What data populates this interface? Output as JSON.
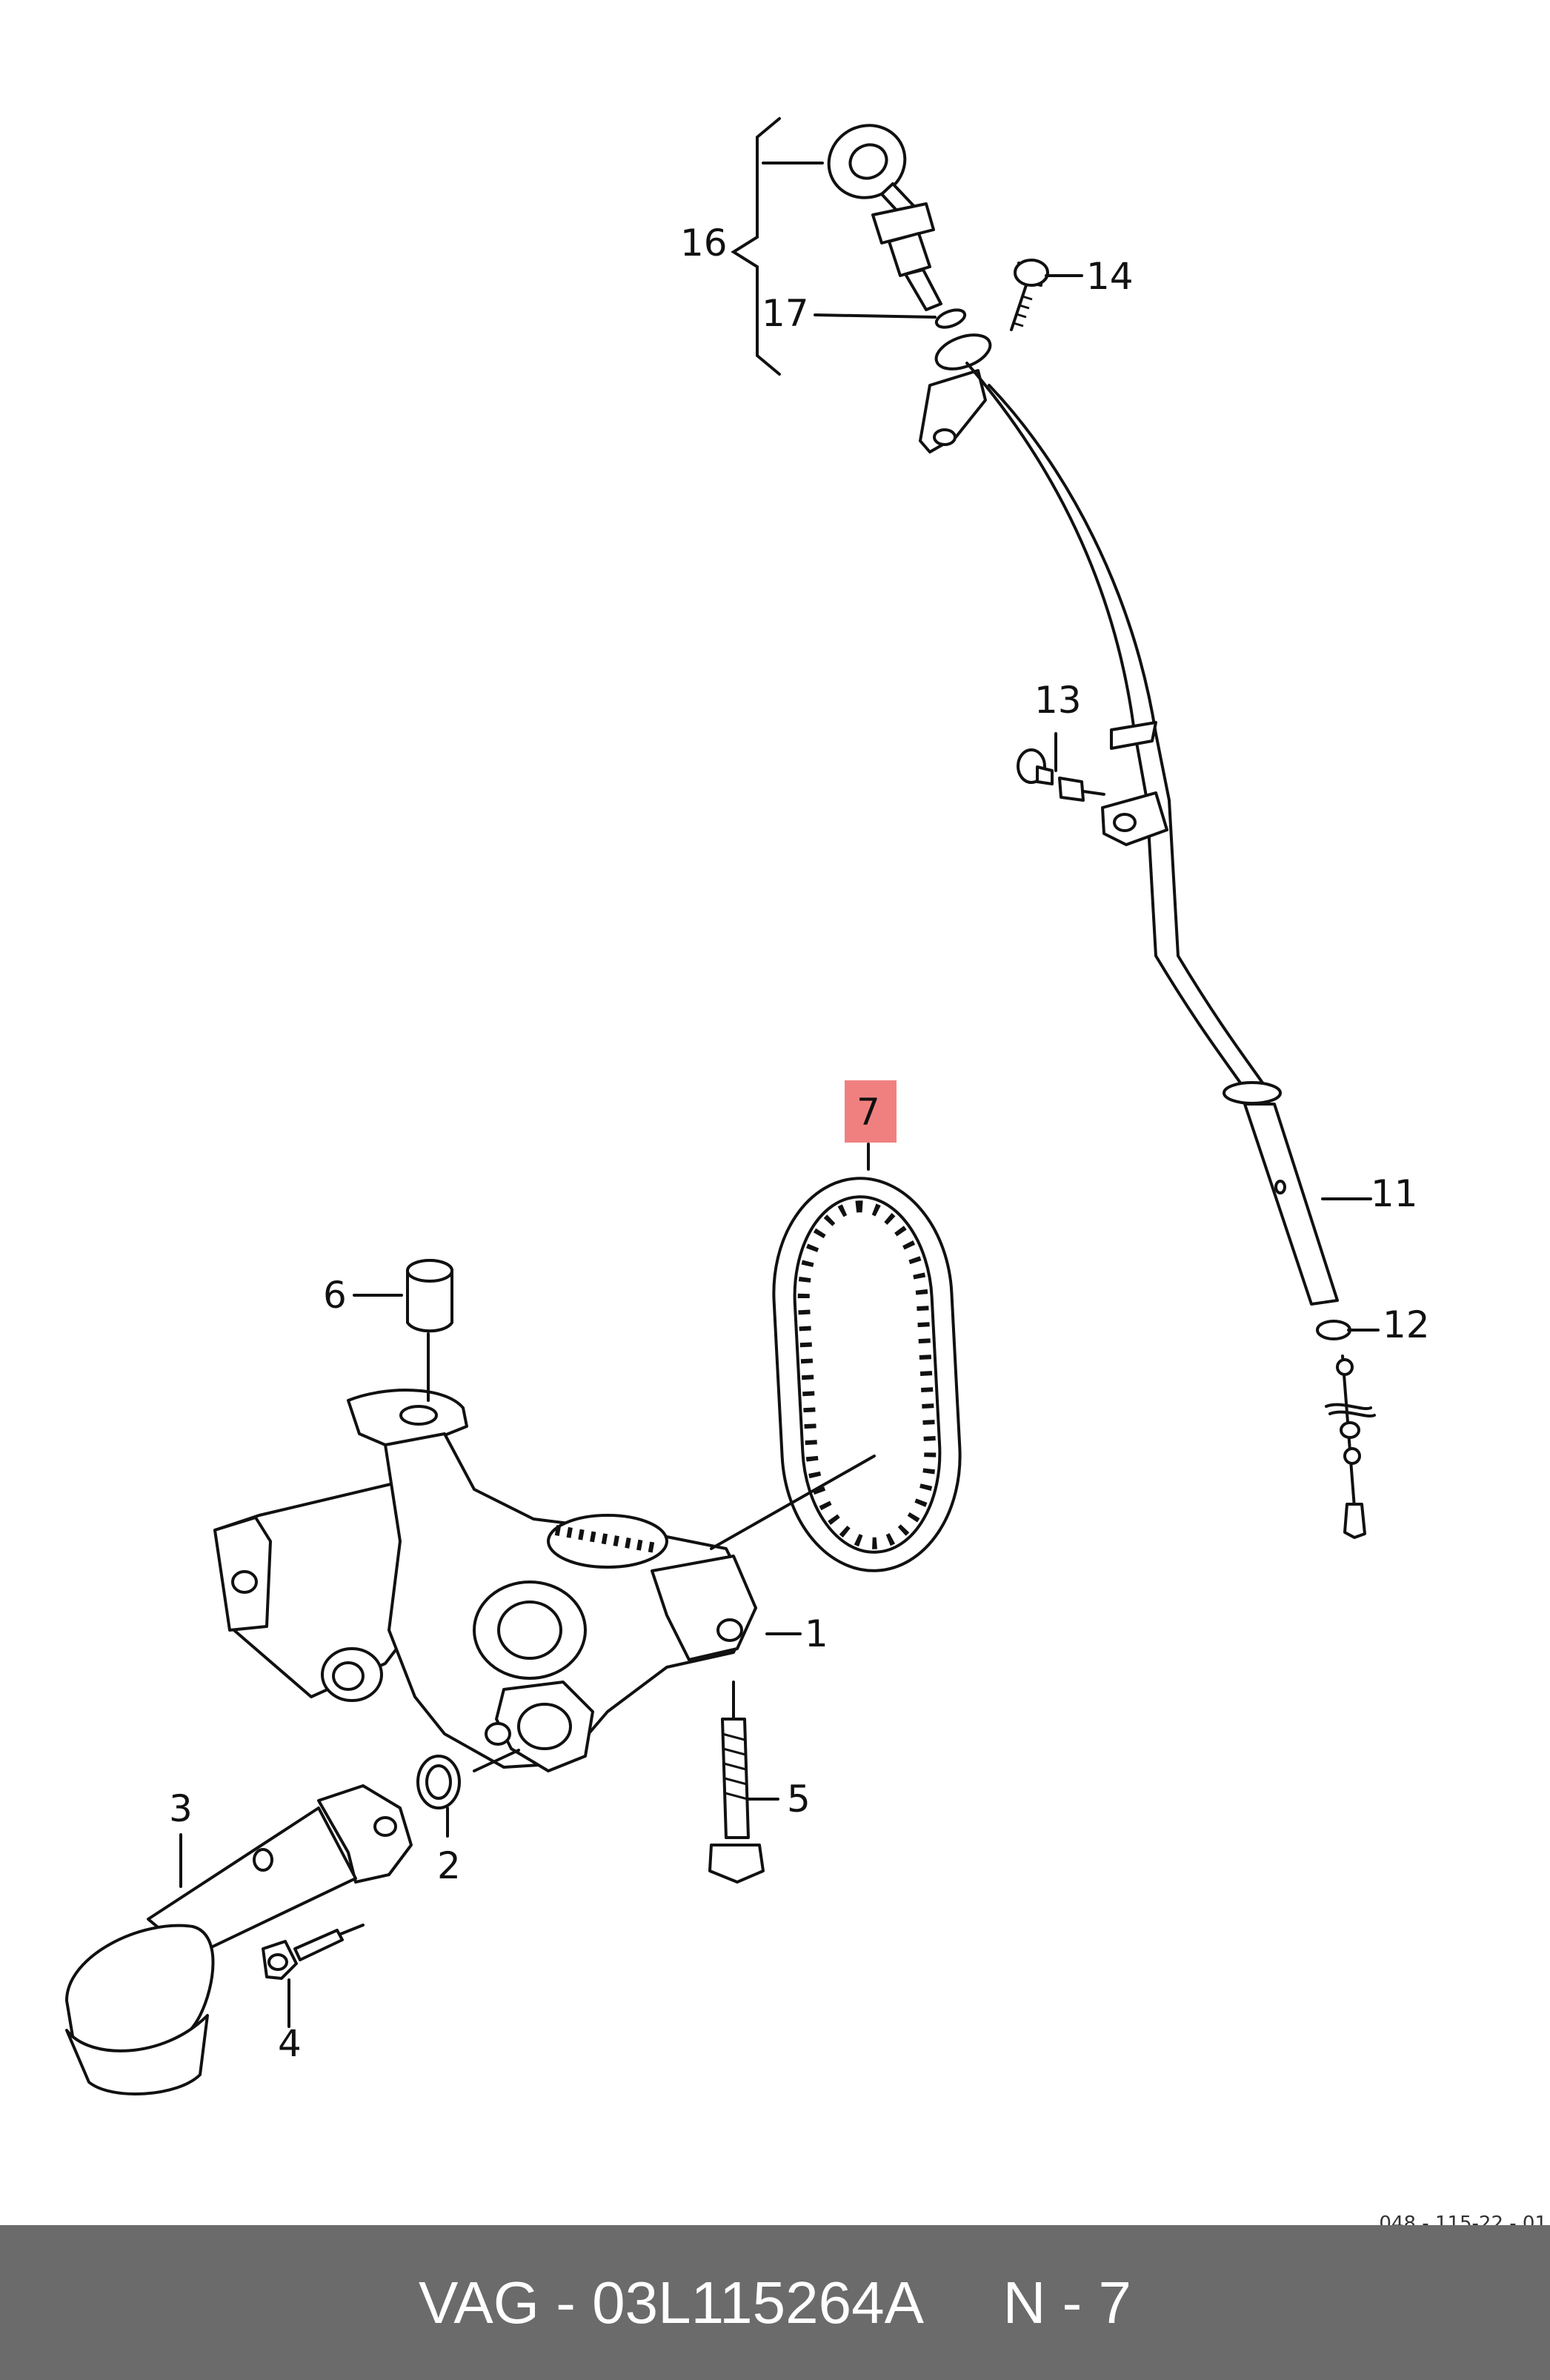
{
  "callouts": {
    "c1": "1",
    "c2": "2",
    "c3": "3",
    "c4": "4",
    "c5": "5",
    "c6": "6",
    "c7": "7",
    "c11": "11",
    "c12": "12",
    "c13": "13",
    "c14": "14",
    "c16": "16",
    "c17": "17"
  },
  "highlight_color": "#f08080",
  "footer": {
    "text": "VAG - 03L115264A     N - 7"
  },
  "ref_code": "048 - 115-22 - 01"
}
